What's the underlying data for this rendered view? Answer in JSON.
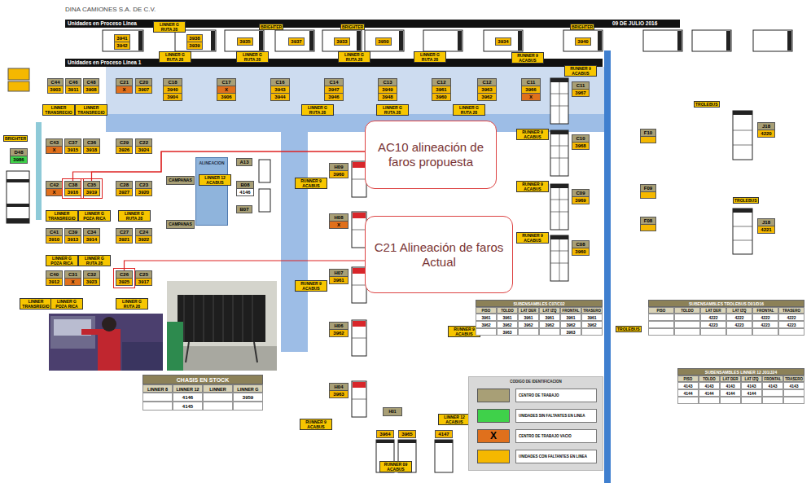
{
  "diagram": {
    "title": "DINA CAMIONES S.A. DE C.V.",
    "nodes": [
      {
        "text": [
          "Unidades en Proceso Linea",
          "09 DE JULIO 2016"
        ]
      },
      {
        "text": [
          "Unidades en Proceso Linea 1"
        ]
      },
      {
        "text": [
          "LINNER G RUTA 28"
        ]
      },
      {
        "text": [
          "BRIGHTER"
        ]
      },
      {
        "text": [
          "BRIGHTER"
        ]
      },
      {
        "text": [
          "BRIGHTER"
        ]
      },
      {
        "text": [
          "3941",
          "3942"
        ]
      },
      {
        "text": [
          "3938",
          "3939"
        ]
      },
      {
        "text": [
          "3935"
        ]
      },
      {
        "text": [
          "3937"
        ]
      },
      {
        "text": [
          "3933"
        ]
      },
      {
        "text": [
          "3950"
        ]
      },
      {
        "text": [
          "3934"
        ]
      },
      {
        "text": [
          "3940"
        ]
      },
      {
        "text": [
          "LINNER G RUTA 28"
        ]
      },
      {
        "text": [
          "LINNER G RUTA 28"
        ]
      },
      {
        "text": [
          "LINNER G RUTA 28"
        ]
      },
      {
        "text": [
          "LINNER G RUTA 28"
        ]
      },
      {
        "text": [
          "RUNNER 9 ACABUS"
        ]
      },
      {
        "text": [
          "RUNNER 9 ACABUS"
        ]
      },
      {
        "text": [
          "C44",
          "3903"
        ]
      },
      {
        "text": [
          "C46",
          "3911"
        ]
      },
      {
        "text": [
          "C48",
          "3908"
        ]
      },
      {
        "text": [
          "C21",
          "X"
        ]
      },
      {
        "text": [
          "C20",
          "3907"
        ]
      },
      {
        "text": [
          "C18",
          "3940",
          "3904"
        ]
      },
      {
        "text": [
          "C17",
          "X",
          "3906"
        ]
      },
      {
        "text": [
          "C16",
          "3943",
          "3944"
        ]
      },
      {
        "text": [
          "C14",
          "3947",
          "3946"
        ]
      },
      {
        "text": [
          "C13",
          "3949",
          "3948"
        ]
      },
      {
        "text": [
          "C12",
          "3961",
          "3960"
        ]
      },
      {
        "text": [
          "C12",
          "3963",
          "3962"
        ]
      },
      {
        "text": [
          "C11",
          "3966",
          "X"
        ]
      },
      {
        "text": [
          "LINNER TRANSREGIO"
        ]
      },
      {
        "text": [
          "LINNER TRANSREGIO"
        ]
      },
      {
        "text": [
          "LINNER G RUTA 28"
        ]
      },
      {
        "text": [
          "LINNER G RUTA 28"
        ]
      },
      {
        "text": [
          "LINNER G RUTA 28"
        ]
      },
      {
        "text": [
          "C43",
          "X"
        ]
      },
      {
        "text": [
          "C37",
          "3915"
        ]
      },
      {
        "text": [
          "C36",
          "3918"
        ]
      },
      {
        "text": [
          "C29",
          "3926"
        ]
      },
      {
        "text": [
          "C22",
          "3924"
        ]
      },
      {
        "text": [
          "C42",
          "X"
        ]
      },
      {
        "text": [
          "C38",
          "3916"
        ]
      },
      {
        "text": [
          "C35",
          "3919"
        ]
      },
      {
        "text": [
          "C28",
          "3927"
        ]
      },
      {
        "text": [
          "C23",
          "3920"
        ]
      },
      {
        "text": [
          "C41",
          "3910"
        ]
      },
      {
        "text": [
          "C39",
          "3913"
        ]
      },
      {
        "text": [
          "C34",
          "3914"
        ]
      },
      {
        "text": [
          "C27",
          "3921"
        ]
      },
      {
        "text": [
          "C24",
          "3922"
        ]
      },
      {
        "text": [
          "C40",
          "3912"
        ]
      },
      {
        "text": [
          "C31",
          "X"
        ]
      },
      {
        "text": [
          "C32",
          "3923"
        ]
      },
      {
        "text": [
          "C26",
          "3925"
        ]
      },
      {
        "text": [
          "C25",
          "3917"
        ]
      },
      {
        "text": [
          "LINNER TRANSREGIO"
        ]
      },
      {
        "text": [
          "LINNER G POZA RICA"
        ]
      },
      {
        "text": [
          "LINNER G RUTA 28"
        ]
      },
      {
        "text": [
          "LINNER G POZA RICA"
        ]
      },
      {
        "text": [
          "LINNER G RUTA 28"
        ]
      },
      {
        "text": [
          "LINNER TRANSREGIO"
        ]
      },
      {
        "text": [
          "LINNER G RUTA 28"
        ]
      },
      {
        "text": [
          "LINNER G POZA RICA"
        ]
      },
      {
        "text": [
          "BRIGHTER"
        ]
      },
      {
        "text": [
          "D48",
          "3986"
        ]
      },
      {
        "text": [
          "CAMPANAS"
        ]
      },
      {
        "text": [
          "CAMPANAS"
        ]
      },
      {
        "text": [
          "ALINEACION"
        ]
      },
      {
        "text": [
          "LINNER 12 ACABUS"
        ],
        "in": 70
      },
      {
        "text": [
          "A13"
        ]
      },
      {
        "text": [
          "B08",
          "4146"
        ]
      },
      {
        "text": [
          "B07"
        ]
      },
      {
        "text": [
          "RUNNER 9 ACABUS"
        ]
      },
      {
        "text": [
          "H09",
          "3960"
        ]
      },
      {
        "text": [
          "H08",
          "X"
        ]
      },
      {
        "text": [
          "RUNNER 9 ACABUS"
        ]
      },
      {
        "text": [
          "H07",
          "3961"
        ]
      },
      {
        "text": [
          "H06",
          "3962"
        ]
      },
      {
        "text": [
          "RUNNER 9 ACABUS"
        ]
      },
      {
        "text": [
          "H04",
          "3963"
        ]
      },
      {
        "text": [
          "H01"
        ]
      },
      {
        "text": [
          "3964"
        ]
      },
      {
        "text": [
          "3965"
        ]
      },
      {
        "text": [
          "4147"
        ]
      },
      {
        "text": [
          "LINNER 12 ACABUS"
        ]
      },
      {
        "text": [
          "RUNNER 09 ACABUS"
        ]
      },
      {
        "text": [
          "AC10 alineación de faros propuesta"
        ]
      },
      {
        "text": [
          "C21 Alineación de faros Actual"
        ]
      },
      {
        "text": [
          "RUNNER 9 ACABUS"
        ]
      },
      {
        "text": [
          "C11",
          "3967"
        ]
      },
      {
        "text": [
          "C10",
          "3968"
        ]
      },
      {
        "text": [
          "RUNNER 9 ACABUS"
        ]
      },
      {
        "text": [
          "C09",
          "3969"
        ]
      },
      {
        "text": [
          "RUNNER 9 ACABUS"
        ]
      },
      {
        "text": [
          "C08",
          "3960"
        ]
      },
      {
        "text": [
          "RUNNER 9 ACABUS"
        ]
      },
      {
        "text": [
          "TROLEBUS"
        ]
      },
      {
        "text": [
          "F10"
        ]
      },
      {
        "text": [
          "F09"
        ]
      },
      {
        "text": [
          "F08"
        ]
      },
      {
        "text": [
          "J18",
          "4220"
        ]
      },
      {
        "text": [
          "TROLEBUS"
        ]
      },
      {
        "text": [
          "J18",
          "4221"
        ]
      },
      {
        "text": [
          "TROLEBUS"
        ]
      }
    ],
    "edges": [
      {
        "from": 89,
        "to": 44,
        "arrow": "none"
      },
      {
        "from": 89,
        "to": 45,
        "arrow": "none"
      },
      {
        "from": 90,
        "to": 56,
        "arrow": "none"
      }
    ],
    "labels": [
      "CODIGO DE IDENTIFICACION",
      "SUBENSAMBLES C07/C02",
      "PISO",
      "TOLDO",
      "LAT DER",
      "LAT IZQ",
      "FRONTAL",
      "TRASERO",
      "3961",
      "3961",
      "3961",
      "3961",
      "3961",
      "3961",
      "3962",
      "3962",
      "3962",
      "3962",
      "3962",
      "3962",
      "3963",
      "3963",
      "SUBENSAMBLES TROLEBUS D01/D16",
      "PISO",
      "TOLDO",
      "LAT DER",
      "LAT IZQ",
      "FRONTAL",
      "TRASERO",
      "4222",
      "4222",
      "4222",
      "4222",
      "4223",
      "4223",
      "4223",
      "4223",
      "SUBENSAMBLES LINNER 12 J01/J24",
      "PISO",
      "TOLDO",
      "LAT DER",
      "LAT IZQ",
      "FRONTAL",
      "TRASERO",
      "4143",
      "4143",
      "4143",
      "4143",
      "4143",
      "4143",
      "4144",
      "4144",
      "4144",
      "4144",
      "CHASIS EN STOCK",
      "LINNER 8",
      "LINNER 12",
      "LINNER",
      "LINNER G",
      "4146",
      "3959",
      "4145",
      "X"
    ],
    "legend": [
      {
        "text": "CENTRO DE TRABAJO",
        "color": "#a89f76"
      },
      {
        "text": "UNIDADES SIN FALTANTES EN LINEA",
        "color": "#3fd14a"
      },
      {
        "text": "CENTRO DE TRABAJO VACIO",
        "color": "#e0701c"
      },
      {
        "text": "UNIDADES CON FALTANTES EN LINEA",
        "color": "#f5b800"
      }
    ]
  }
}
